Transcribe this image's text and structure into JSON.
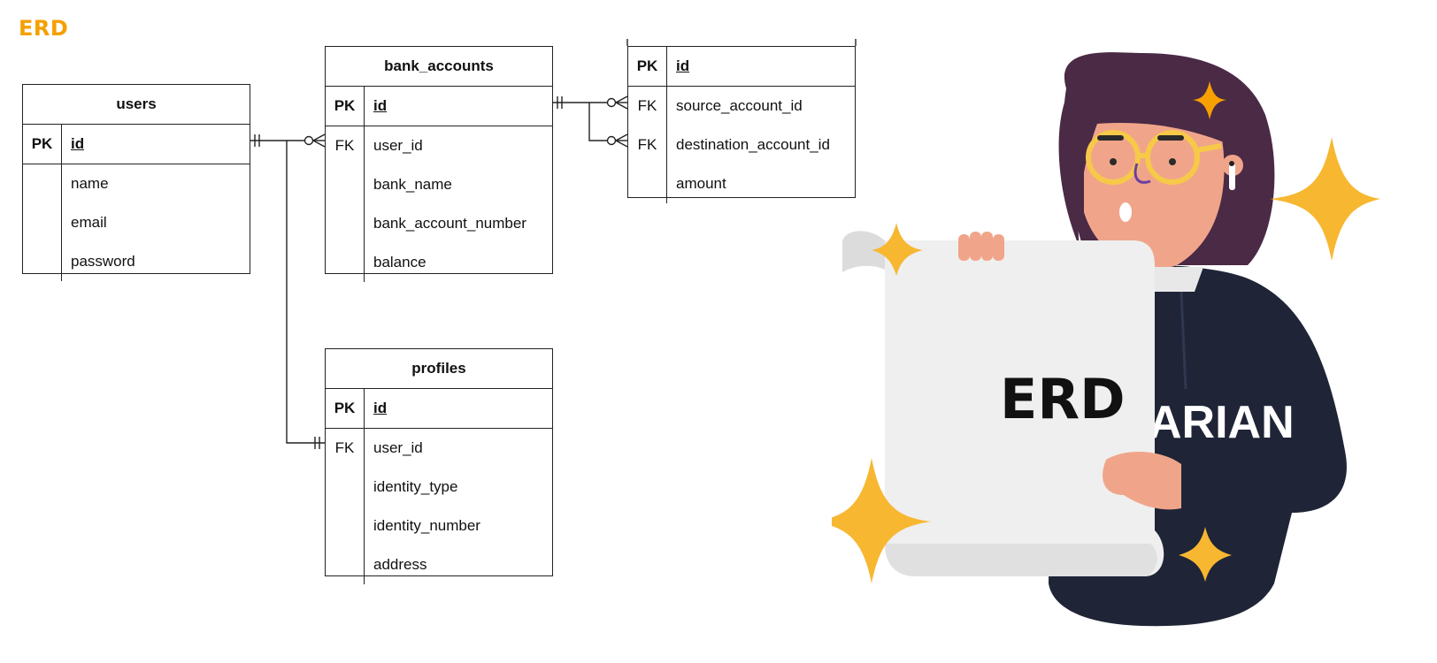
{
  "page_title": "ERD",
  "tables": {
    "users": {
      "title": "users",
      "pk_label": "PK",
      "pk_field": "id",
      "fields": [
        "name",
        "email",
        "password"
      ]
    },
    "bank_accounts": {
      "title": "bank_accounts",
      "pk_label": "PK",
      "pk_field": "id",
      "fk_label": "FK",
      "fk_field": "user_id",
      "fields": [
        "bank_name",
        "bank_account_number",
        "balance"
      ]
    },
    "transactions": {
      "pk_label": "PK",
      "pk_field": "id",
      "fk_label_1": "FK",
      "fk_field_1": "source_account_id",
      "fk_label_2": "FK",
      "fk_field_2": "destination_account_id",
      "fields": [
        "amount"
      ]
    },
    "profiles": {
      "title": "profiles",
      "pk_label": "PK",
      "pk_field": "id",
      "fk_label": "FK",
      "fk_field": "user_id",
      "fields": [
        "identity_type",
        "identity_number",
        "address"
      ]
    }
  },
  "illustration": {
    "scroll_text": "ERD",
    "hoodie_text": "ARIAN"
  },
  "colors": {
    "accent_orange": "#f5a000",
    "sparkle_yellow": "#f7b731",
    "hoodie": "#1f2537",
    "hair": "#4a2a45",
    "skin": "#f0a58a",
    "scroll": "#efefef"
  }
}
